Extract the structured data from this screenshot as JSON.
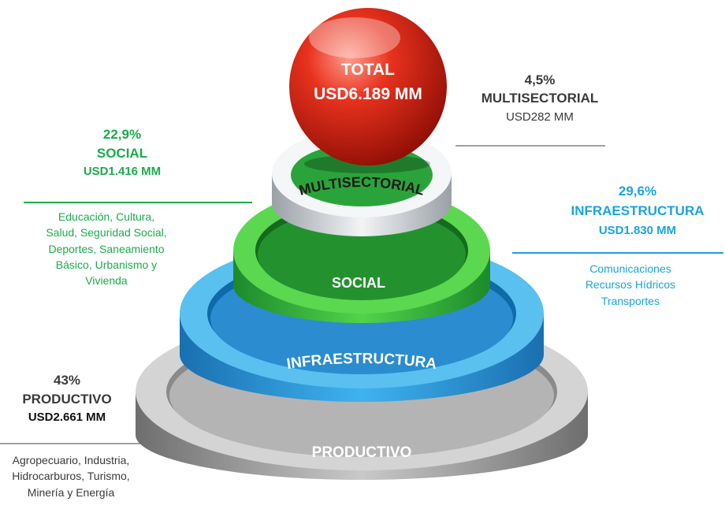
{
  "total": {
    "label": "TOTAL",
    "value": "USD6.189 MM"
  },
  "rings": {
    "multisectorial": "MULTISECTORIAL",
    "social": "SOCIAL",
    "infraestructura": "INFRAESTRUCTURA",
    "productivo": "PRODUCTIVO"
  },
  "sectors": {
    "multisectorial": {
      "percent": "4,5%",
      "name": "MULTISECTORIAL",
      "amount": "USD282 MM",
      "color": "#c0c4c8"
    },
    "social": {
      "percent": "22,9%",
      "name": "SOCIAL",
      "amount": "USD1.416 MM",
      "color": "#1aab4b",
      "details": [
        "Educación, Cultura,",
        "Salud, Seguridad Social,",
        "Deportes, Saneamiento",
        "Básico, Urbanismo y",
        "Vivienda"
      ]
    },
    "infraestructura": {
      "percent": "29,6%",
      "name": "INFRAESTRUCTURA",
      "amount": "USD1.830 MM",
      "color": "#1aa3df",
      "details": [
        "Comunicaciones",
        "Recursos Hídricos",
        "Transportes"
      ]
    },
    "productivo": {
      "percent": "43%",
      "name": "PRODUCTIVO",
      "amount": "USD2.661 MM",
      "color": "#8c8c8c",
      "details": [
        "Agropecuario, Industria,",
        "Hidrocarburos, Turismo,",
        "Minería y Energía"
      ]
    }
  }
}
